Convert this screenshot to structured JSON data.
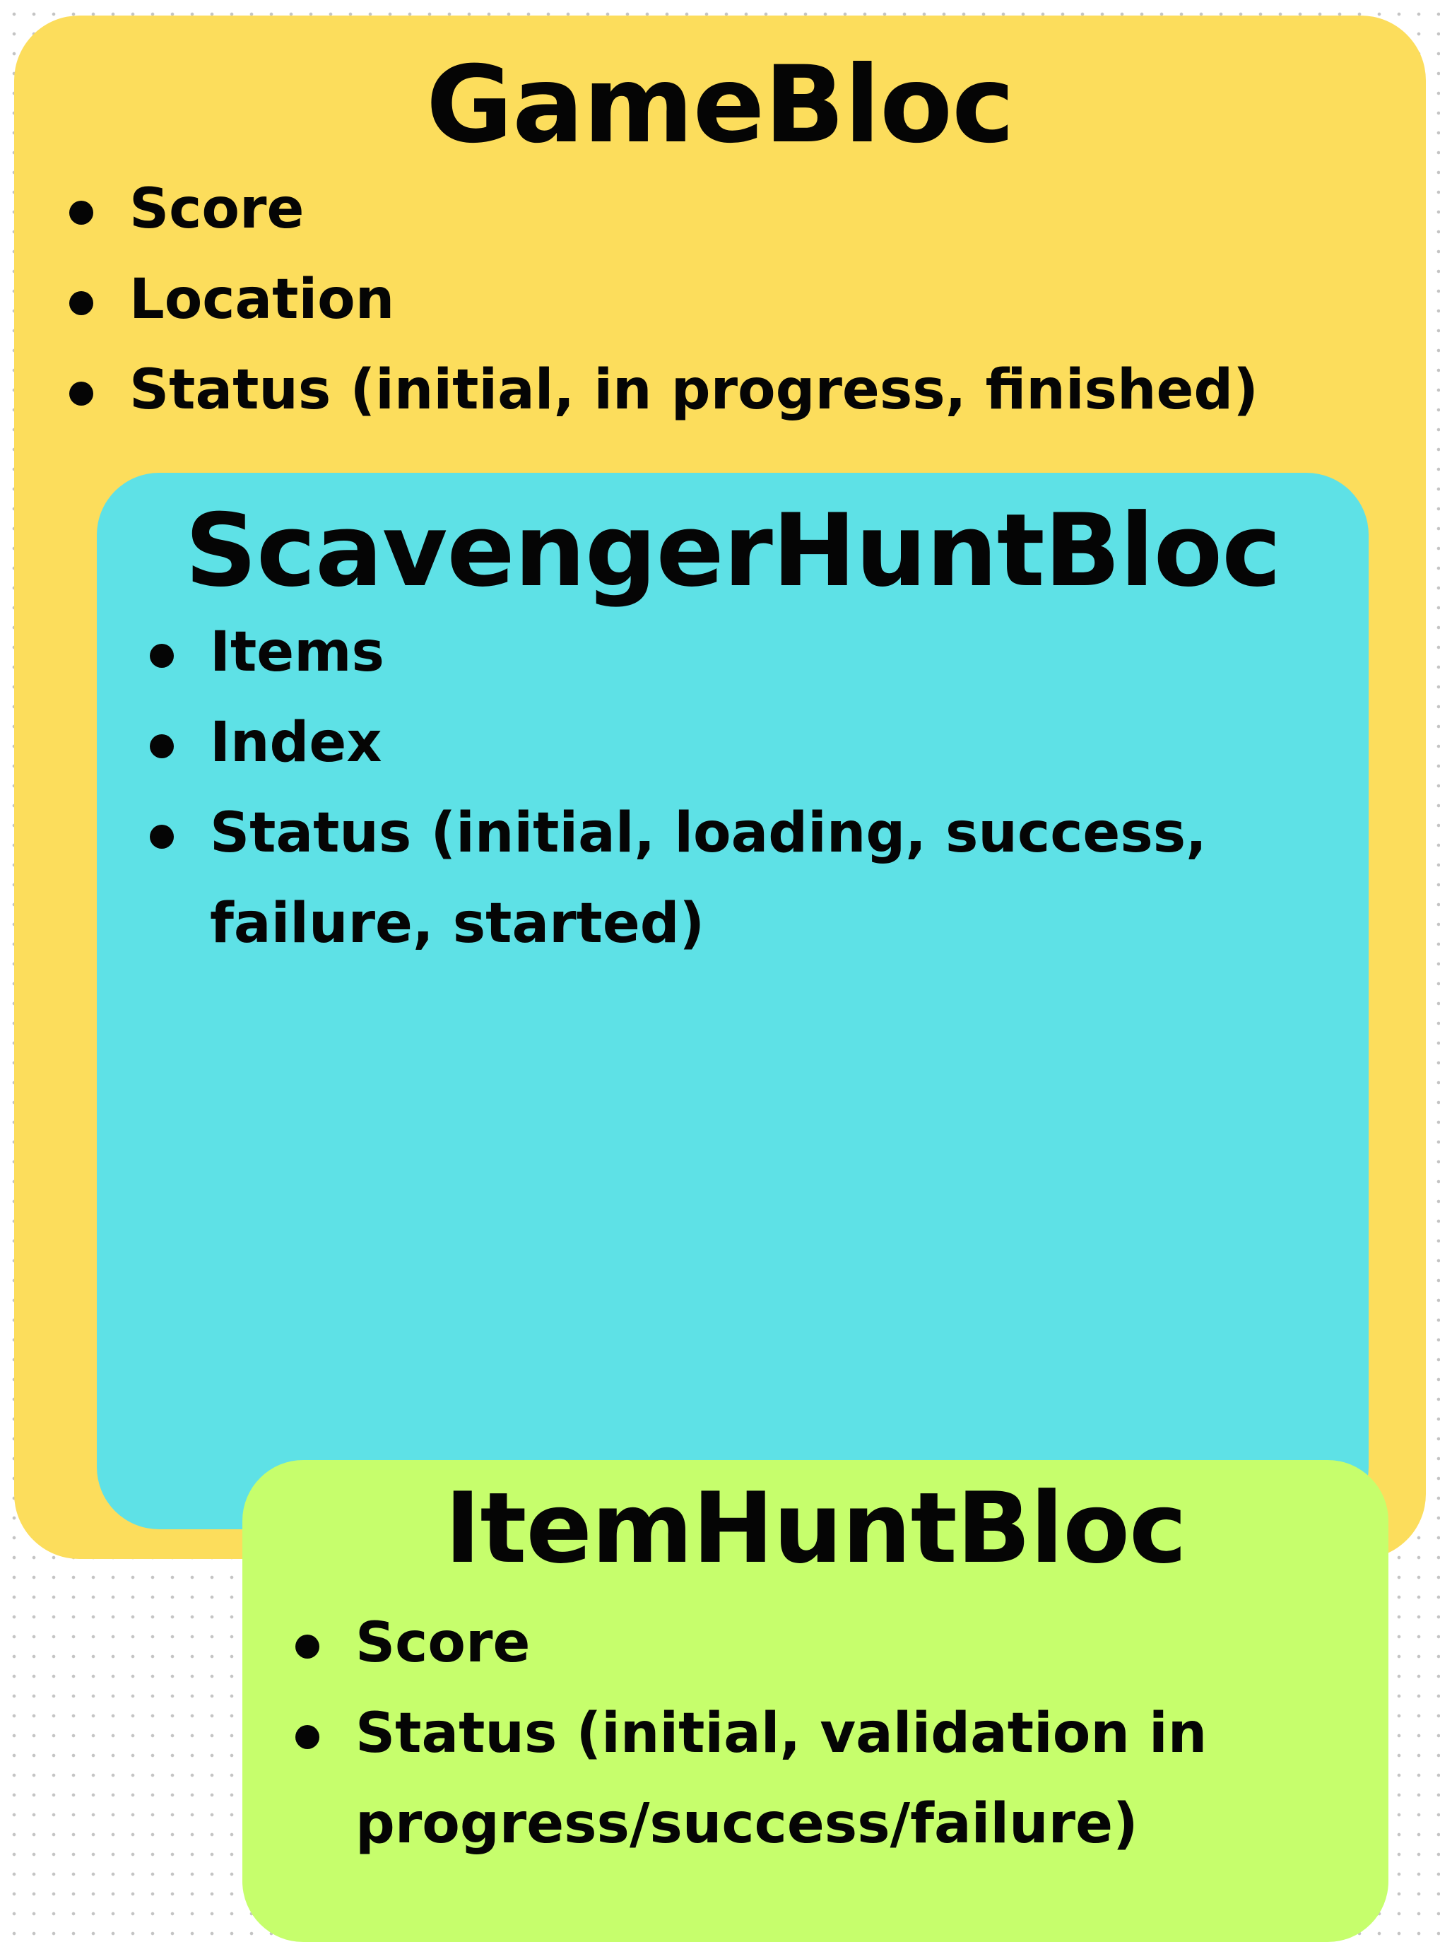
{
  "colors": {
    "game_bg": "#fcdd5c",
    "scavenger_bg": "#5ee1e6",
    "item_bg": "#c6fe6c",
    "text": "#050505"
  },
  "game_bloc": {
    "title": "GameBloc",
    "items": [
      "Score",
      "Location",
      "Status (initial, in progress, finished)"
    ]
  },
  "scavenger_hunt_bloc": {
    "title": "ScavengerHuntBloc",
    "items": [
      "Items",
      "Index",
      "Status (initial, loading, success, failure, started)"
    ]
  },
  "item_hunt_bloc": {
    "title": "ItemHuntBloc",
    "items": [
      "Score",
      "Status (initial, validation in progress/success/failure)"
    ]
  }
}
